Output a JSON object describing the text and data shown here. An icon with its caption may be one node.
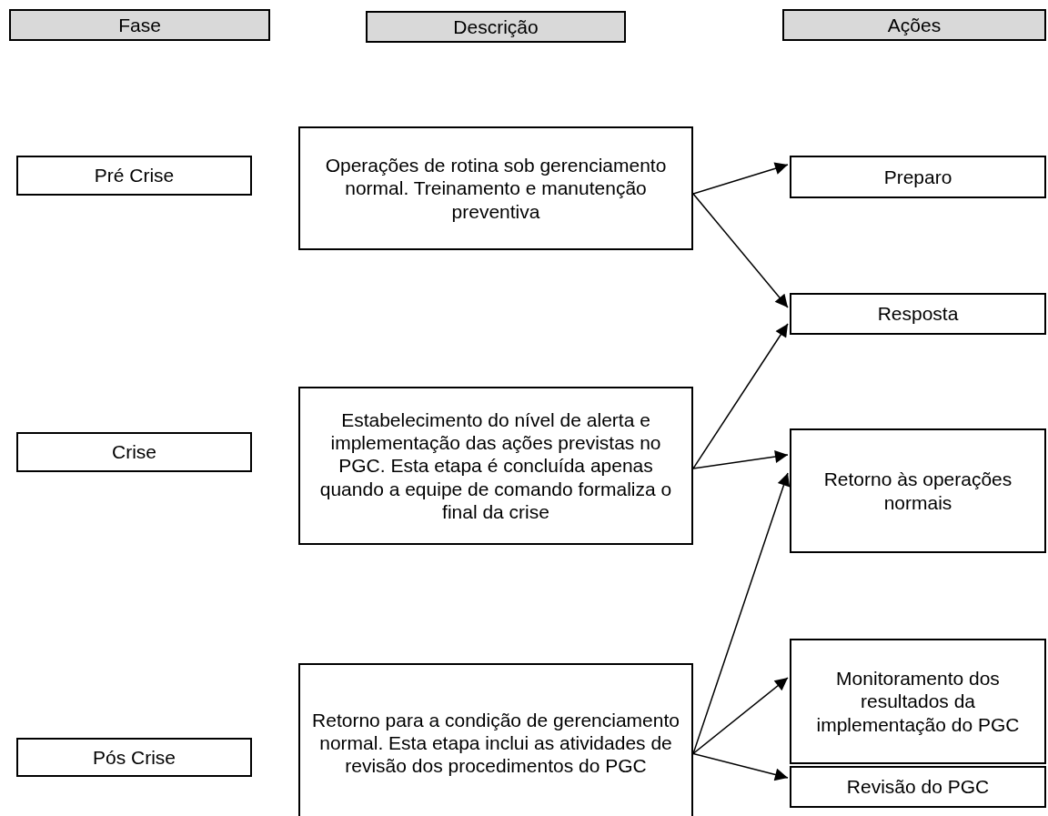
{
  "diagram": {
    "nodes": [
      {
        "text": [
          "Fase"
        ]
      },
      {
        "text": [
          "Descrição"
        ]
      },
      {
        "text": [
          "Ações"
        ]
      },
      {
        "text": [
          "Pré Crise"
        ]
      },
      {
        "text": [
          "Operações de rotina sob gerenciamento normal. Treinamento e manutenção preventiva"
        ]
      },
      {
        "text": [
          "Preparo"
        ]
      },
      {
        "text": [
          "Resposta"
        ]
      },
      {
        "text": [
          "Crise"
        ]
      },
      {
        "text": [
          "Estabelecimento do nível de alerta e implementação das ações previstas no PGC. Esta etapa é concluída apenas quando a equipe de comando formaliza o final da crise"
        ]
      },
      {
        "text": [
          "Retorno às operações normais"
        ]
      },
      {
        "text": [
          "Pós Crise"
        ]
      },
      {
        "text": [
          "Retorno para a condição de gerenciamento normal. Esta etapa inclui as atividades de revisão dos procedimentos do PGC"
        ]
      },
      {
        "text": [
          "Monitoramento dos resultados da implementação do PGC"
        ]
      },
      {
        "text": [
          "Revisão do PGC"
        ]
      }
    ],
    "edges": [
      {
        "from": 4,
        "to": 5,
        "arrow": "to"
      },
      {
        "from": 4,
        "to": 6,
        "arrow": "to"
      },
      {
        "from": 8,
        "to": 6,
        "arrow": "to"
      },
      {
        "from": 8,
        "to": 9,
        "arrow": "to"
      },
      {
        "from": 11,
        "to": 9,
        "arrow": "to"
      },
      {
        "from": 11,
        "to": 12,
        "arrow": "to"
      },
      {
        "from": 11,
        "to": 13,
        "arrow": "to"
      }
    ]
  }
}
